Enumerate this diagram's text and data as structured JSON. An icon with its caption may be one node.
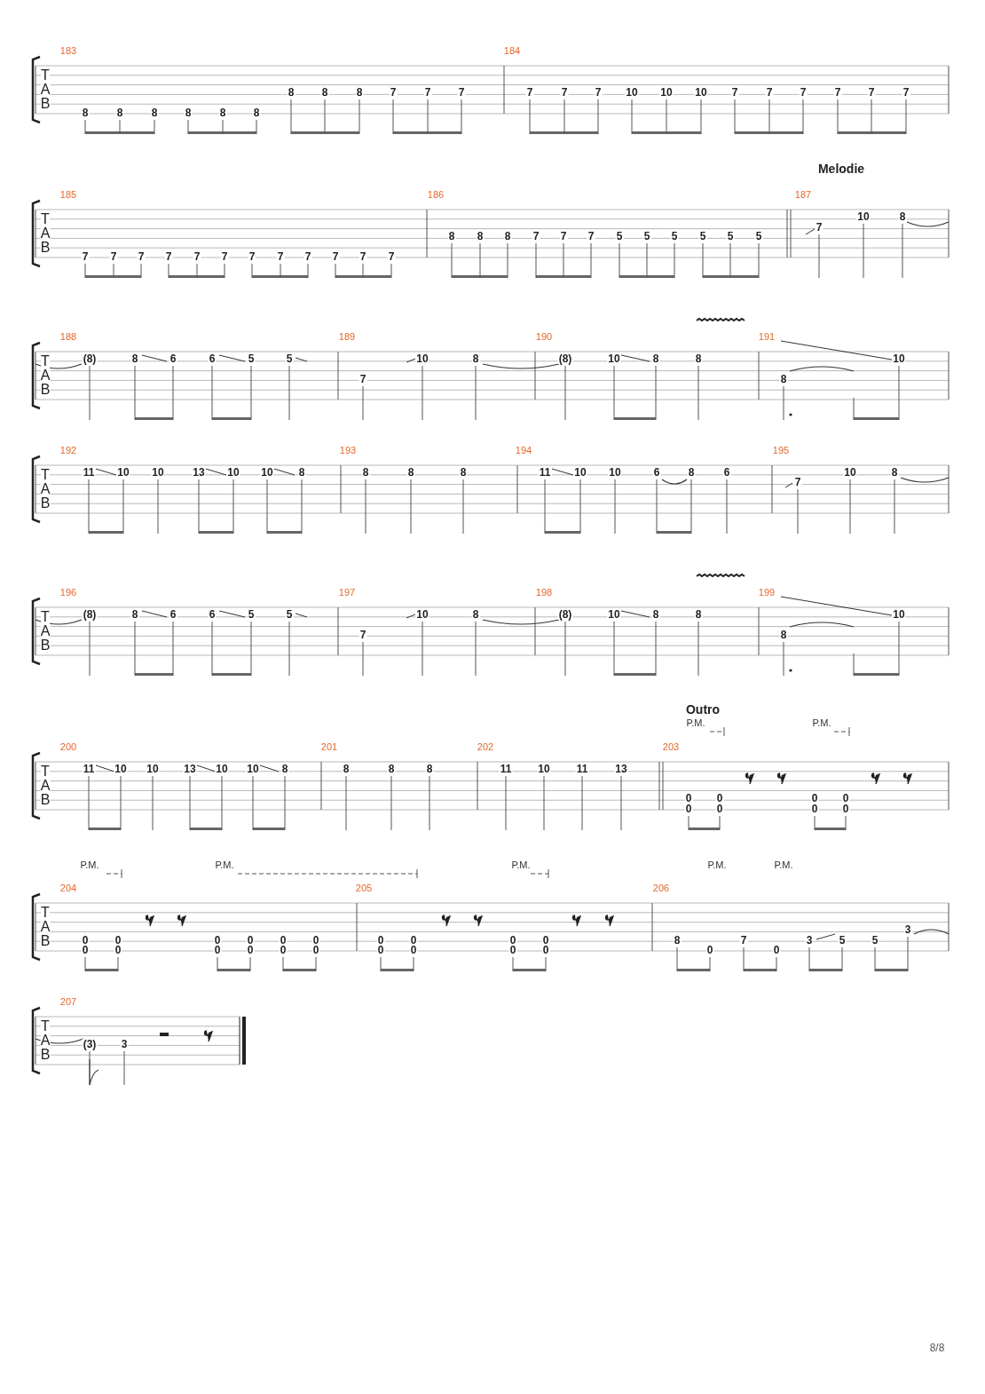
{
  "diagram": {
    "labels": [
      "T",
      "A",
      "B",
      "183",
      "8",
      "8",
      "8",
      "8",
      "8",
      "8",
      "8",
      "8",
      "8",
      "7",
      "7",
      "7",
      "184",
      "7",
      "7",
      "7",
      "10",
      "10",
      "10",
      "7",
      "7",
      "7",
      "7",
      "7",
      "7",
      "Melodie",
      "T",
      "A",
      "B",
      "185",
      "7",
      "7",
      "7",
      "7",
      "7",
      "7",
      "7",
      "7",
      "7",
      "7",
      "7",
      "7",
      "186",
      "8",
      "8",
      "8",
      "7",
      "7",
      "7",
      "5",
      "5",
      "5",
      "5",
      "5",
      "5",
      "187",
      "7",
      "10",
      "8",
      "T",
      "A",
      "B",
      "188",
      "(8)",
      "8",
      "6",
      "6",
      "5",
      "5",
      "189",
      "7",
      "10",
      "8",
      "190",
      "(8)",
      "10",
      "8",
      "8",
      "191",
      "8",
      "10",
      "T",
      "A",
      "B",
      "192",
      "11",
      "10",
      "10",
      "13",
      "10",
      "10",
      "8",
      "193",
      "8",
      "8",
      "8",
      "194",
      "11",
      "10",
      "10",
      "6",
      "8",
      "6",
      "195",
      "7",
      "10",
      "8",
      "T",
      "A",
      "B",
      "196",
      "(8)",
      "8",
      "6",
      "6",
      "5",
      "5",
      "197",
      "7",
      "10",
      "8",
      "198",
      "(8)",
      "10",
      "8",
      "8",
      "199",
      "8",
      "10",
      "Outro",
      "P.M.",
      "P.M.",
      "T",
      "A",
      "B",
      "200",
      "11",
      "10",
      "10",
      "13",
      "10",
      "10",
      "8",
      "201",
      "8",
      "8",
      "8",
      "202",
      "11",
      "10",
      "11",
      "13",
      "203",
      "0",
      "0",
      "0",
      "0",
      "0",
      "0",
      "0",
      "0",
      "P.M.",
      "P.M.",
      "P.M.",
      "P.M.",
      "P.M.",
      "T",
      "A",
      "B",
      "204",
      "0",
      "0",
      "0",
      "0",
      "0",
      "0",
      "0",
      "0",
      "0",
      "0",
      "0",
      "0",
      "205",
      "0",
      "0",
      "0",
      "0",
      "0",
      "0",
      "0",
      "0",
      "206",
      "8",
      "0",
      "7",
      "0",
      "3",
      "5",
      "5",
      "3",
      "T",
      "A",
      "B",
      "207",
      "(3)",
      "3",
      "8/8"
    ]
  }
}
